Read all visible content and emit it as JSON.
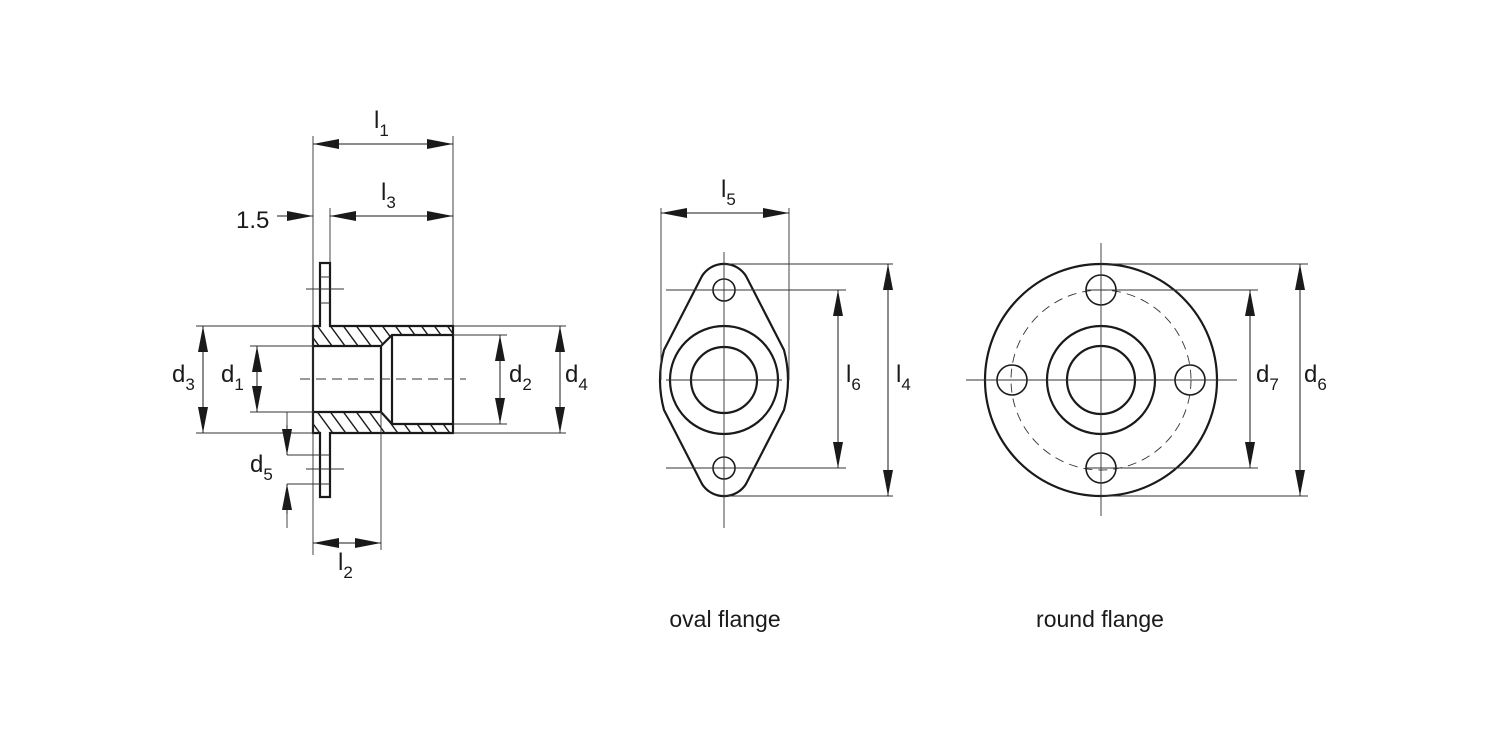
{
  "labels": {
    "l1": {
      "main": "l",
      "sub": "1"
    },
    "l2": {
      "main": "l",
      "sub": "2"
    },
    "l3": {
      "main": "l",
      "sub": "3"
    },
    "l4": {
      "main": "l",
      "sub": "4"
    },
    "l5": {
      "main": "l",
      "sub": "5"
    },
    "l6": {
      "main": "l",
      "sub": "6"
    },
    "d1": {
      "main": "d",
      "sub": "1"
    },
    "d2": {
      "main": "d",
      "sub": "2"
    },
    "d3": {
      "main": "d",
      "sub": "3"
    },
    "d4": {
      "main": "d",
      "sub": "4"
    },
    "d5": {
      "main": "d",
      "sub": "5"
    },
    "d6": {
      "main": "d",
      "sub": "6"
    },
    "d7": {
      "main": "d",
      "sub": "7"
    },
    "flange_thickness": "1.5"
  },
  "captions": {
    "oval": "oval flange",
    "round": "round flange"
  }
}
